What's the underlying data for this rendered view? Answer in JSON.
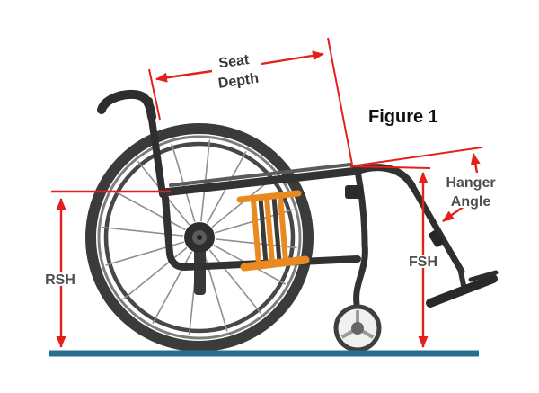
{
  "figure": {
    "title": "Figure 1",
    "labels": {
      "seat_depth_line1": "Seat",
      "seat_depth_line2": "Depth",
      "hanger_line1": "Hanger",
      "hanger_line2": "Angle",
      "fsh": "FSH",
      "rsh": "RSH"
    },
    "colors": {
      "annotation_red": "#e3201b",
      "ground_teal": "#276f8e",
      "accent_orange": "#e98a20",
      "label_gray": "#4f4f4f",
      "seat_depth_gray": "#383838",
      "title_black": "#111111"
    }
  }
}
